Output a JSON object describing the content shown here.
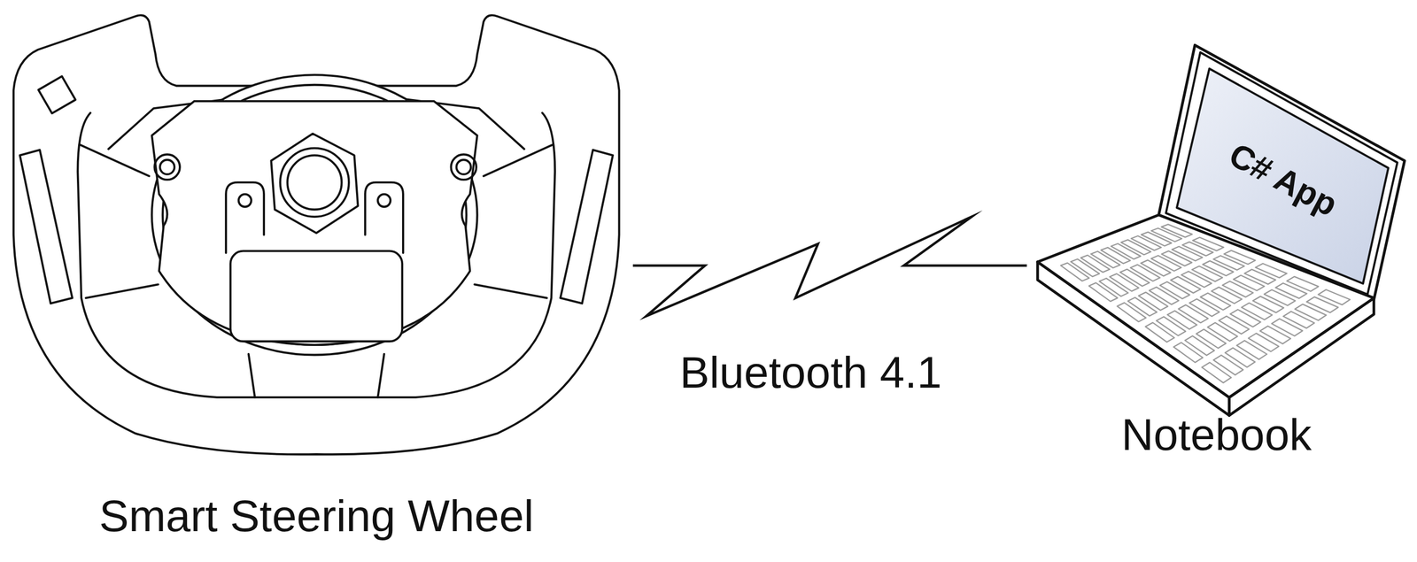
{
  "diagram": {
    "nodes": [
      {
        "text": [
          "Smart Steering Wheel"
        ]
      },
      {
        "text": [
          "Notebook"
        ]
      },
      {
        "text": [
          "C# App"
        ],
        "in": 1
      }
    ],
    "edges": [
      {
        "from": 0,
        "to": 1,
        "label": "Bluetooth 4.1",
        "arrow": "none"
      }
    ]
  }
}
